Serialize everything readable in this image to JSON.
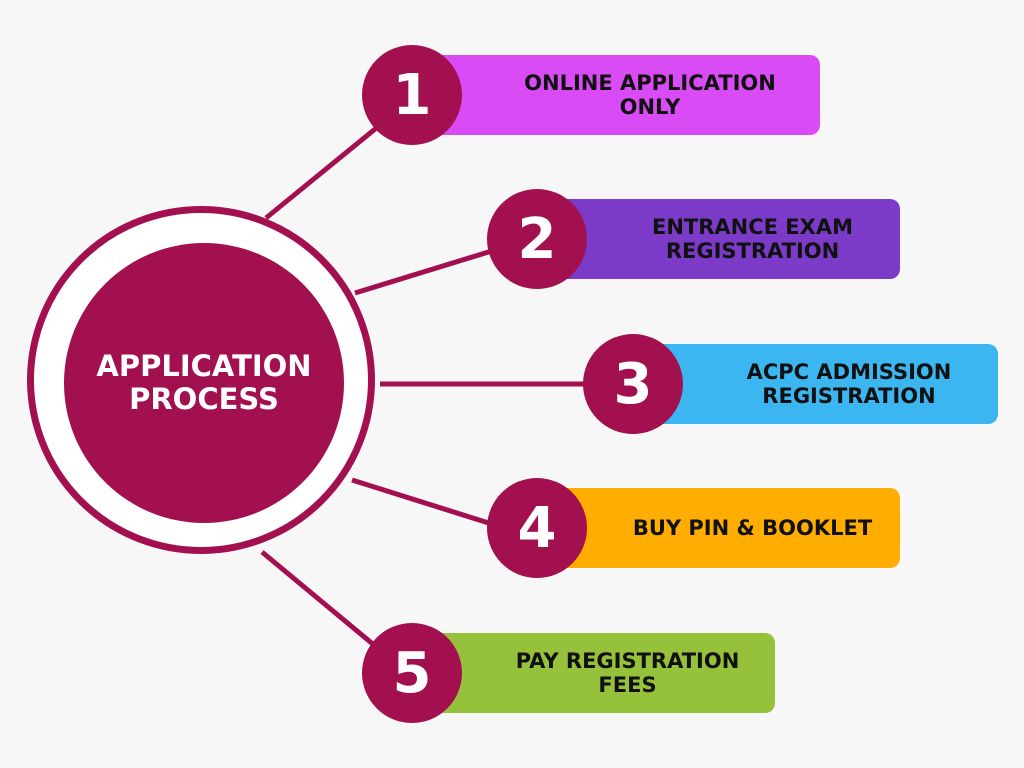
{
  "center": "APPLICATION\nPROCESS",
  "steps": [
    {
      "n": "1",
      "label": "ONLINE APPLICATION\nONLY",
      "color": "#d94cf5"
    },
    {
      "n": "2",
      "label": "ENTRANCE EXAM\nREGISTRATION",
      "color": "#7b3bc8"
    },
    {
      "n": "3",
      "label": "ACPC ADMISSION\nREGISTRATION",
      "color": "#3bb6f0"
    },
    {
      "n": "4",
      "label": "BUY PIN & BOOKLET",
      "color": "#ffad00"
    },
    {
      "n": "5",
      "label": "PAY  REGISTRATION\nFEES",
      "color": "#96c13a"
    }
  ]
}
